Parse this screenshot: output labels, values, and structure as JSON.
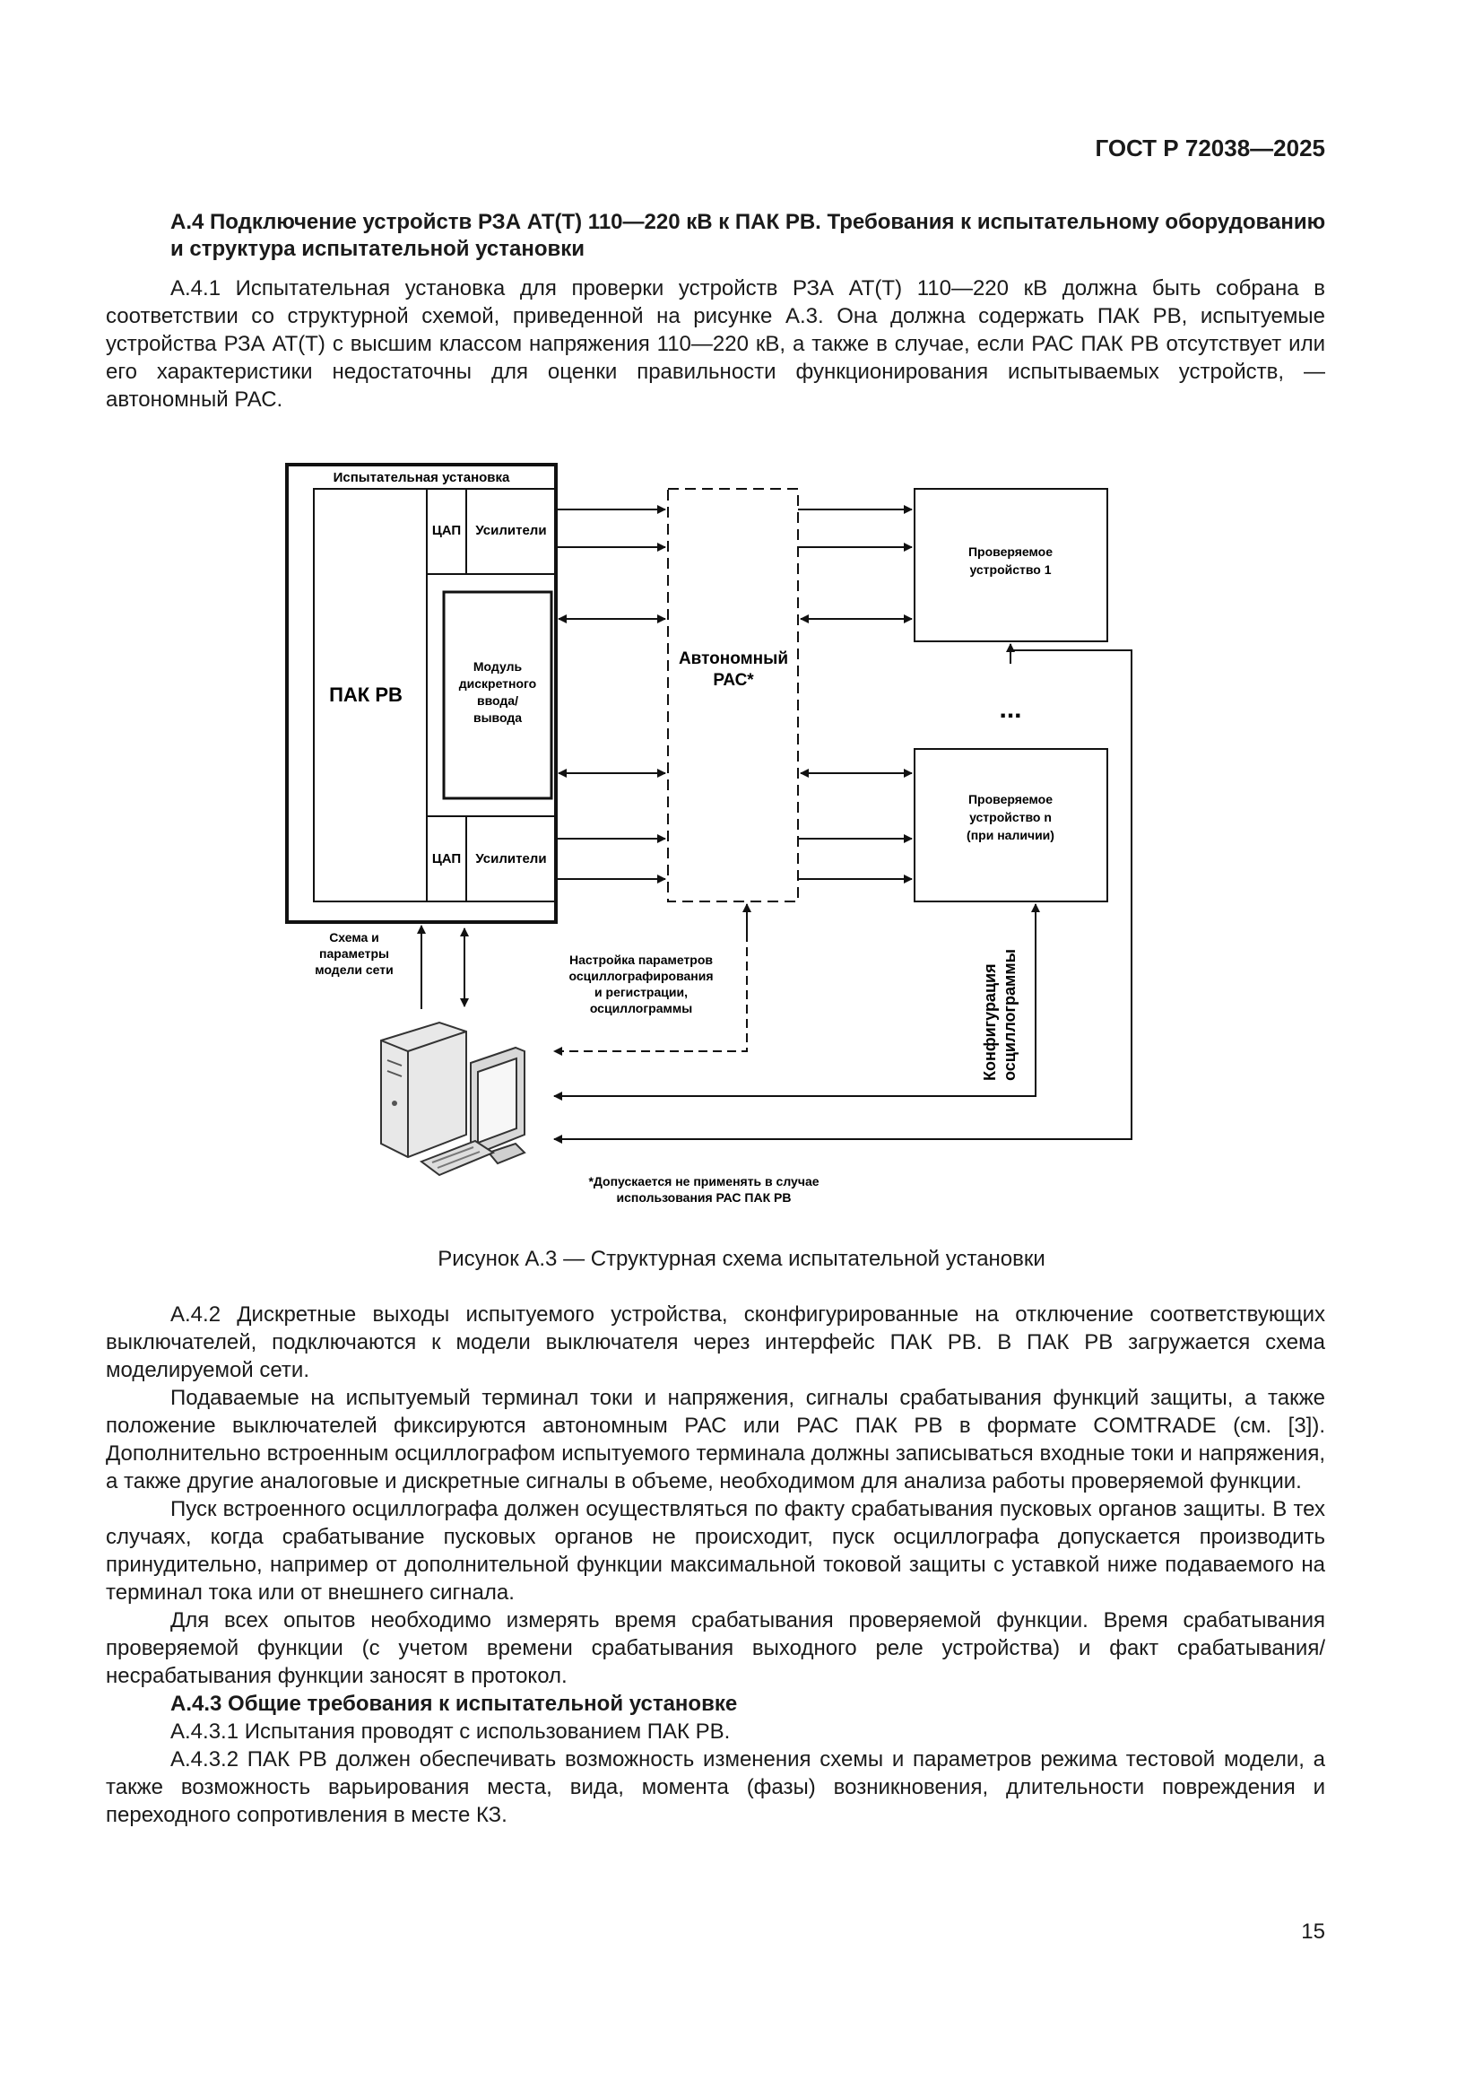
{
  "header": {
    "doc_code": "ГОСТ Р 72038—2025"
  },
  "section_title": "А.4 Подключение устройств РЗА АТ(Т) 110—220 кВ к ПАК РВ. Требования к испытательному оборудованию и структура испытательной установки",
  "paragraph_a41": "А.4.1 Испытательная установка для проверки устройств РЗА АТ(Т) 110—220 кВ должна быть собрана в соответствии со структурной схемой, приведенной на рисунке А.3. Она должна содержать ПАК РВ, испытуемые устройства РЗА АТ(Т) с высшим классом напряжения 110—220 кВ, а также в случае, если РАС ПАК РВ отсутствует или его характеристики недостаточны для оценки правильности функционирования испытываемых устройств, — автономный РАС.",
  "figure": {
    "test_setup_label": "Испытательная установка",
    "pak_rv": "ПАК РВ",
    "dac_top": "ЦАП",
    "amplifiers_top": "Усилители",
    "dio_module": [
      "Модуль",
      "дискретного",
      "ввода/",
      "вывода"
    ],
    "dac_bottom": "ЦАП",
    "amplifiers_bottom": "Усилители",
    "autonomous_pac": [
      "Автономный",
      "РАС*"
    ],
    "device_1": [
      "Проверяемое",
      "устройство 1"
    ],
    "ellipsis": "...",
    "device_n": [
      "Проверяемое",
      "устройство n",
      "(при наличии)"
    ],
    "network_model": [
      "Схема и",
      "параметры",
      "модели сети"
    ],
    "recording_setup": [
      "Настройка параметров",
      "осциллографирования",
      "и регистрации,",
      "осциллограммы"
    ],
    "configuration": [
      "Конфигурация",
      "осциллограммы"
    ],
    "footnote": [
      "*Допускается не применять в случае",
      "использования РАС ПАК РВ"
    ]
  },
  "figure_caption": "Рисунок А.3 — Структурная схема испытательной установки",
  "body": {
    "p_a42": "А.4.2 Дискретные выходы испытуемого устройства, сконфигурированные на отключение соответствующих выключателей, подключаются к модели выключателя через интерфейс ПАК РВ. В ПАК РВ загружается схема моделируемой сети.",
    "p_currents": "Подаваемые на испытуемый терминал токи и напряжения, сигналы срабатывания функций защиты, а также положение выключателей фиксируются автономным РАС или РАС ПАК РВ в формате COMTRADE (см. [3]). Дополнительно встроенным осциллографом испытуемого терминала должны записываться входные токи и напряжения, а также другие аналоговые и дискретные сигналы в объеме, необходимом для анализа работы проверяемой функции.",
    "p_start": "Пуск встроенного осциллографа должен осуществляться по факту срабатывания пусковых органов защиты. В тех случаях, когда срабатывание пусковых органов не происходит, пуск осциллографа допускается производить принудительно, например от дополнительной функции максимальной токовой защиты с уставкой ниже подаваемого на терминал тока или от внешнего сигнала.",
    "p_time": "Для всех опытов необходимо измерять время срабатывания проверяемой функции. Время срабатывания проверяемой функции (с учетом времени срабатывания выходного реле устройства) и факт срабатывания/несрабатывания функции заносят в протокол.",
    "h_a43": "А.4.3 Общие требования к испытательной установке",
    "p_a431": "А.4.3.1 Испытания проводят с использованием ПАК РВ.",
    "p_a432": "А.4.3.2 ПАК РВ должен обеспечивать возможность изменения схемы и параметров режима тестовой модели, а также возможность варьирования места, вида, момента (фазы) возникновения, длительности повреждения и переходного сопротивления в месте КЗ."
  },
  "page_number": "15"
}
